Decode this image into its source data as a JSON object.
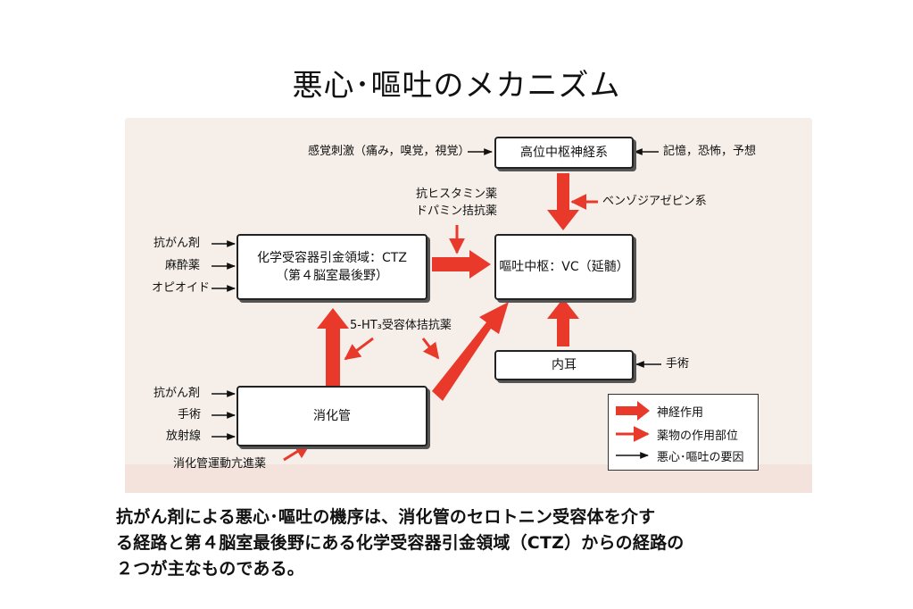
{
  "slide": {
    "title": "悪心･嘔吐のメカニズム"
  },
  "diagram": {
    "boxes": {
      "higher_cns": "高位中枢神経系",
      "ctz_line1": "化学受容器引金領域：CTZ",
      "ctz_line2": "（第４脳室最後野）",
      "vc": "嘔吐中枢：VC（延髄）",
      "inner_ear": "内耳",
      "gi_tract": "消化管"
    },
    "labels": {
      "sensory": "感覚刺激（痛み，嗅覚，視覚）",
      "memory": "記憶，恐怖，予想",
      "benzodiazepine": "ベンゾジアゼピン系",
      "antihistamine": "抗ヒスタミン薬",
      "dopamine_antagonist": "ドパミン拮抗薬",
      "ctz_anticancer": "抗がん剤",
      "ctz_anesthetic": "麻酔薬",
      "ctz_opioid": "オピオイド",
      "ht3_antagonist": "5-HT₃受容体拮抗薬",
      "ear_surgery": "手術",
      "gi_anticancer": "抗がん剤",
      "gi_surgery": "手術",
      "gi_radiation": "放射線",
      "prokinetic": "消化管運動亢進薬"
    },
    "legend": {
      "neural": "神経作用",
      "drug_site": "薬物の作用部位",
      "cause": "悪心･嘔吐の要因"
    },
    "colors": {
      "neural_arrow": "#e8392b",
      "drug_arrow": "#e8392b",
      "cause_arrow": "#111111",
      "box_border": "#222222",
      "panel_bg": "#f6efe9"
    }
  },
  "caption": {
    "line1": "抗がん剤による悪心･嘔吐の機序は、消化管のセロトニン受容体を介す",
    "line2": "る経路と第４脳室最後野にある化学受容器引金領域（CTZ）からの経路の",
    "line3": "２つが主なものである。"
  }
}
